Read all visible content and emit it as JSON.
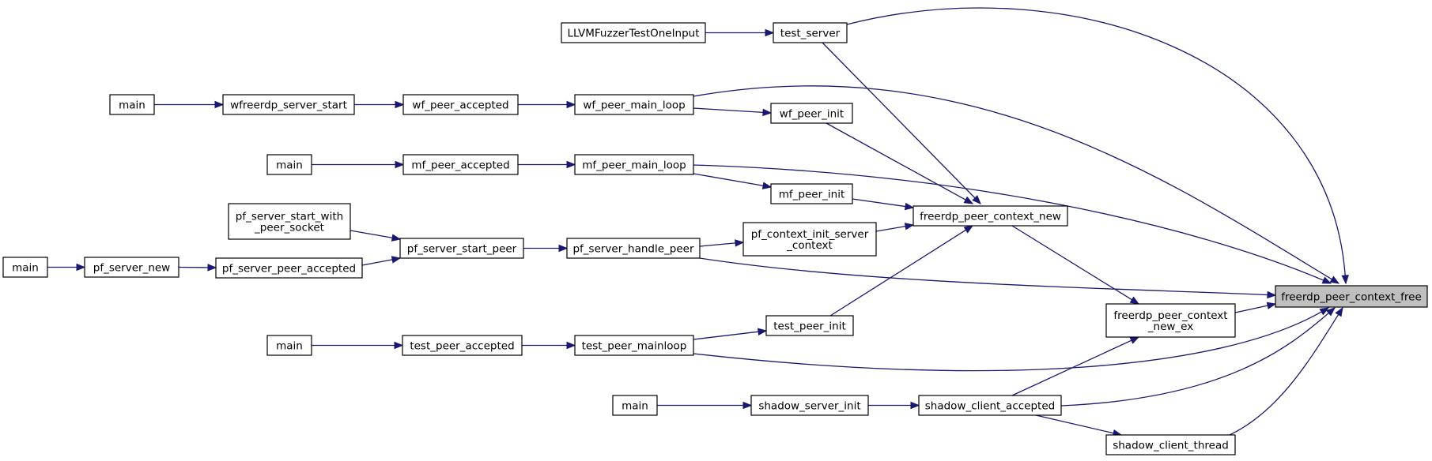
{
  "graph": {
    "title": "",
    "target": "freerdp_peer_context_free",
    "edge_color": "#191970",
    "target_fill": "#bfbfbf",
    "nodes": [
      {
        "id": "target",
        "lines": [
          "freerdp_peer_context_free"
        ]
      },
      {
        "id": "test_server",
        "lines": [
          "test_server"
        ]
      },
      {
        "id": "llvm",
        "lines": [
          "LLVMFuzzerTestOneInput"
        ]
      },
      {
        "id": "main_wf",
        "lines": [
          "main"
        ]
      },
      {
        "id": "wfreerdp_server_start",
        "lines": [
          "wfreerdp_server_start"
        ]
      },
      {
        "id": "wf_peer_accepted",
        "lines": [
          "wf_peer_accepted"
        ]
      },
      {
        "id": "wf_peer_main_loop",
        "lines": [
          "wf_peer_main_loop"
        ]
      },
      {
        "id": "wf_peer_init",
        "lines": [
          "wf_peer_init"
        ]
      },
      {
        "id": "main_mf",
        "lines": [
          "main"
        ]
      },
      {
        "id": "mf_peer_accepted",
        "lines": [
          "mf_peer_accepted"
        ]
      },
      {
        "id": "mf_peer_main_loop",
        "lines": [
          "mf_peer_main_loop"
        ]
      },
      {
        "id": "mf_peer_init",
        "lines": [
          "mf_peer_init"
        ]
      },
      {
        "id": "pf_server_start_with_peer_socket",
        "lines": [
          "pf_server_start_with",
          "_peer_socket"
        ]
      },
      {
        "id": "pf_server_start_peer",
        "lines": [
          "pf_server_start_peer"
        ]
      },
      {
        "id": "pf_server_handle_peer",
        "lines": [
          "pf_server_handle_peer"
        ]
      },
      {
        "id": "pf_context_init_server_context",
        "lines": [
          "pf_context_init_server",
          "_context"
        ]
      },
      {
        "id": "freerdp_peer_context_new",
        "lines": [
          "freerdp_peer_context_new"
        ]
      },
      {
        "id": "main_pf",
        "lines": [
          "main"
        ]
      },
      {
        "id": "pf_server_new",
        "lines": [
          "pf_server_new"
        ]
      },
      {
        "id": "pf_server_peer_accepted",
        "lines": [
          "pf_server_peer_accepted"
        ]
      },
      {
        "id": "freerdp_peer_context_new_ex",
        "lines": [
          "freerdp_peer_context",
          "_new_ex"
        ]
      },
      {
        "id": "main_test",
        "lines": [
          "main"
        ]
      },
      {
        "id": "test_peer_accepted",
        "lines": [
          "test_peer_accepted"
        ]
      },
      {
        "id": "test_peer_mainloop",
        "lines": [
          "test_peer_mainloop"
        ]
      },
      {
        "id": "test_peer_init",
        "lines": [
          "test_peer_init"
        ]
      },
      {
        "id": "main_shadow",
        "lines": [
          "main"
        ]
      },
      {
        "id": "shadow_server_init",
        "lines": [
          "shadow_server_init"
        ]
      },
      {
        "id": "shadow_client_accepted",
        "lines": [
          "shadow_client_accepted"
        ]
      },
      {
        "id": "shadow_client_thread",
        "lines": [
          "shadow_client_thread"
        ]
      }
    ],
    "edges": [
      {
        "from": "llvm",
        "to": "test_server"
      },
      {
        "from": "test_server",
        "to": "target"
      },
      {
        "from": "test_server",
        "to": "freerdp_peer_context_new"
      },
      {
        "from": "main_wf",
        "to": "wfreerdp_server_start"
      },
      {
        "from": "wfreerdp_server_start",
        "to": "wf_peer_accepted"
      },
      {
        "from": "wf_peer_accepted",
        "to": "wf_peer_main_loop"
      },
      {
        "from": "wf_peer_main_loop",
        "to": "wf_peer_init"
      },
      {
        "from": "wf_peer_main_loop",
        "to": "target"
      },
      {
        "from": "wf_peer_init",
        "to": "freerdp_peer_context_new"
      },
      {
        "from": "main_mf",
        "to": "mf_peer_accepted"
      },
      {
        "from": "mf_peer_accepted",
        "to": "mf_peer_main_loop"
      },
      {
        "from": "mf_peer_main_loop",
        "to": "mf_peer_init"
      },
      {
        "from": "mf_peer_main_loop",
        "to": "target"
      },
      {
        "from": "mf_peer_init",
        "to": "freerdp_peer_context_new"
      },
      {
        "from": "pf_server_start_with_peer_socket",
        "to": "pf_server_start_peer"
      },
      {
        "from": "pf_server_peer_accepted",
        "to": "pf_server_start_peer"
      },
      {
        "from": "pf_server_start_peer",
        "to": "pf_server_handle_peer"
      },
      {
        "from": "pf_server_handle_peer",
        "to": "pf_context_init_server_context"
      },
      {
        "from": "pf_server_handle_peer",
        "to": "target"
      },
      {
        "from": "pf_context_init_server_context",
        "to": "freerdp_peer_context_new"
      },
      {
        "from": "main_pf",
        "to": "pf_server_new"
      },
      {
        "from": "pf_server_new",
        "to": "pf_server_peer_accepted"
      },
      {
        "from": "freerdp_peer_context_new",
        "to": "freerdp_peer_context_new_ex"
      },
      {
        "from": "freerdp_peer_context_new_ex",
        "to": "target"
      },
      {
        "from": "main_test",
        "to": "test_peer_accepted"
      },
      {
        "from": "test_peer_accepted",
        "to": "test_peer_mainloop"
      },
      {
        "from": "test_peer_mainloop",
        "to": "test_peer_init"
      },
      {
        "from": "test_peer_mainloop",
        "to": "target"
      },
      {
        "from": "test_peer_init",
        "to": "freerdp_peer_context_new"
      },
      {
        "from": "main_shadow",
        "to": "shadow_server_init"
      },
      {
        "from": "shadow_server_init",
        "to": "shadow_client_accepted"
      },
      {
        "from": "shadow_client_accepted",
        "to": "freerdp_peer_context_new_ex"
      },
      {
        "from": "shadow_client_accepted",
        "to": "target"
      },
      {
        "from": "shadow_client_accepted",
        "to": "shadow_client_thread"
      },
      {
        "from": "shadow_client_thread",
        "to": "target"
      }
    ]
  }
}
